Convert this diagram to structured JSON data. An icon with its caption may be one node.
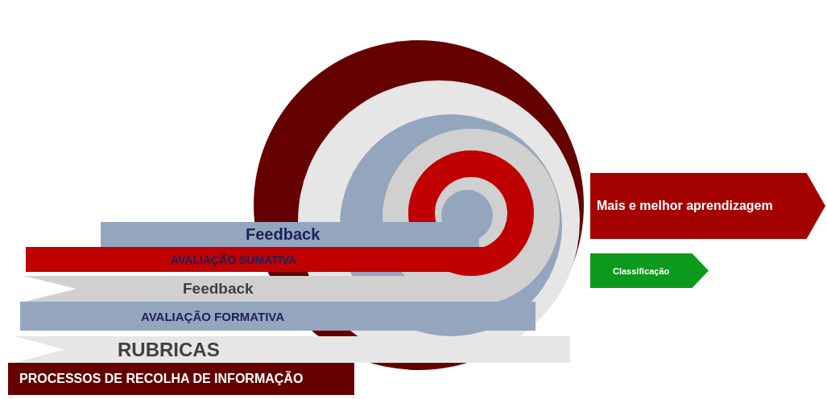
{
  "diagram": {
    "nodes": [
      {
        "text": [
          "Feedback"
        ]
      },
      {
        "text": [
          "AVALIAÇÃO SUMATIVA"
        ]
      },
      {
        "text": [
          "Feedback"
        ]
      },
      {
        "text": [
          "AVALIAÇÃO FORMATIVA"
        ]
      },
      {
        "text": [
          "RUBRICAS"
        ]
      },
      {
        "text": [
          "PROCESSOS DE RECOLHA DE INFORMAÇÃO"
        ]
      },
      {
        "text": [
          "Mais e melhor aprendizagem"
        ]
      },
      {
        "text": [
          "Classificação"
        ]
      }
    ]
  }
}
